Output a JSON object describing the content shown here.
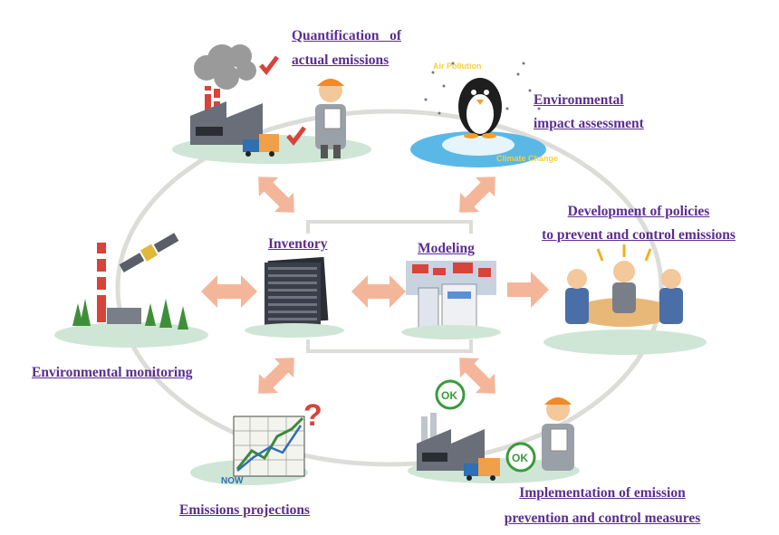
{
  "labels": {
    "quantification_1": "Quantification   of",
    "quantification_2": "actual emissions",
    "impact_1": "Environmental",
    "impact_2": "impact assessment",
    "policies_1": "Development of policies",
    "policies_2": "to prevent and control emissions",
    "inventory": "Inventory",
    "modeling": "Modeling",
    "monitoring": "Environmental monitoring",
    "projections": "Emissions projections",
    "implementation_1": "Implementation of emission",
    "implementation_2": "prevention and control measures"
  },
  "badges": {
    "ok_1": "OK",
    "ok_2": "OK",
    "now": "NOW",
    "air_pollution": "Air Pollution",
    "climate_change": "Climate Change"
  },
  "colors": {
    "label": "#5b2d91",
    "arrow": "#f4b69a",
    "ring": "#dcdcd8",
    "ground": "#cfe6d6",
    "water": "#5ab8e6",
    "ok_badge": "#3a9a3a"
  },
  "icons": [
    "factory-icon",
    "worker-icon",
    "penguin-icon",
    "satellite-icon",
    "tree-icon",
    "server-rack-icon",
    "world-map-screen-icon",
    "meeting-icon",
    "growth-chart-icon",
    "question-mark-icon",
    "truck-icon",
    "checkmark-icon"
  ]
}
